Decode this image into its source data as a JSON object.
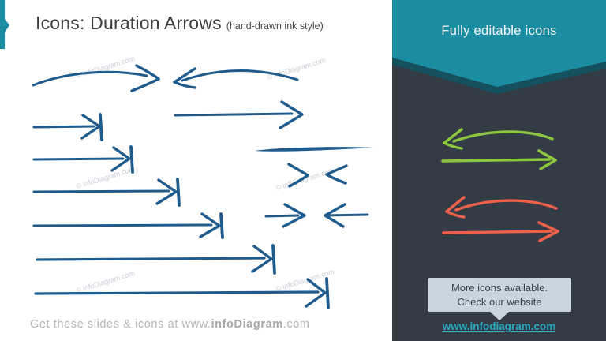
{
  "slide": {
    "title": "Icons: Duration Arrows",
    "subtitle": "(hand-drawn ink style)",
    "watermark_text": "© infoDiagram.com",
    "footer_prefix": "Get these slides & icons at www.",
    "footer_brand": "infoDiagram",
    "footer_suffix": ".com"
  },
  "main_icons": [
    {
      "name": "curved-arrow-right-icon"
    },
    {
      "name": "curved-arrow-left-icon"
    },
    {
      "name": "short-arrow-right-stop-icon"
    },
    {
      "name": "straight-arrow-right-icon"
    },
    {
      "name": "medium-arrow-right-stop-icon"
    },
    {
      "name": "tapered-ink-line-icon"
    },
    {
      "name": "long-arrow-right-stop-icon"
    },
    {
      "name": "chevrons-facing-icon"
    },
    {
      "name": "longer-arrow-right-stop-icon"
    },
    {
      "name": "small-arrows-facing-icon"
    },
    {
      "name": "extra-long-arrow-right-stop-icon"
    },
    {
      "name": "longest-arrow-right-stop-icon"
    }
  ],
  "panel": {
    "banner_label": "Fully editable icons",
    "sample_icons": [
      {
        "name": "green-curved-arrow-left-icon"
      },
      {
        "name": "green-straight-arrow-right-icon"
      },
      {
        "name": "coral-curved-arrow-left-icon"
      },
      {
        "name": "coral-straight-arrow-right-icon"
      }
    ],
    "tooltip": {
      "line1": "More icons available.",
      "line2": "Check our website"
    },
    "link_label": "www.infodiagram.com"
  },
  "colors": {
    "ink_blue": "#1f5b8d",
    "teal": "#1b8da3",
    "teal_shadow": "#14505e",
    "panel_dark": "#333b45",
    "green": "#8dc63f",
    "coral": "#ee5f4c",
    "tooltip_bg": "#c9d4dc",
    "link_teal": "#2aa9c0"
  }
}
